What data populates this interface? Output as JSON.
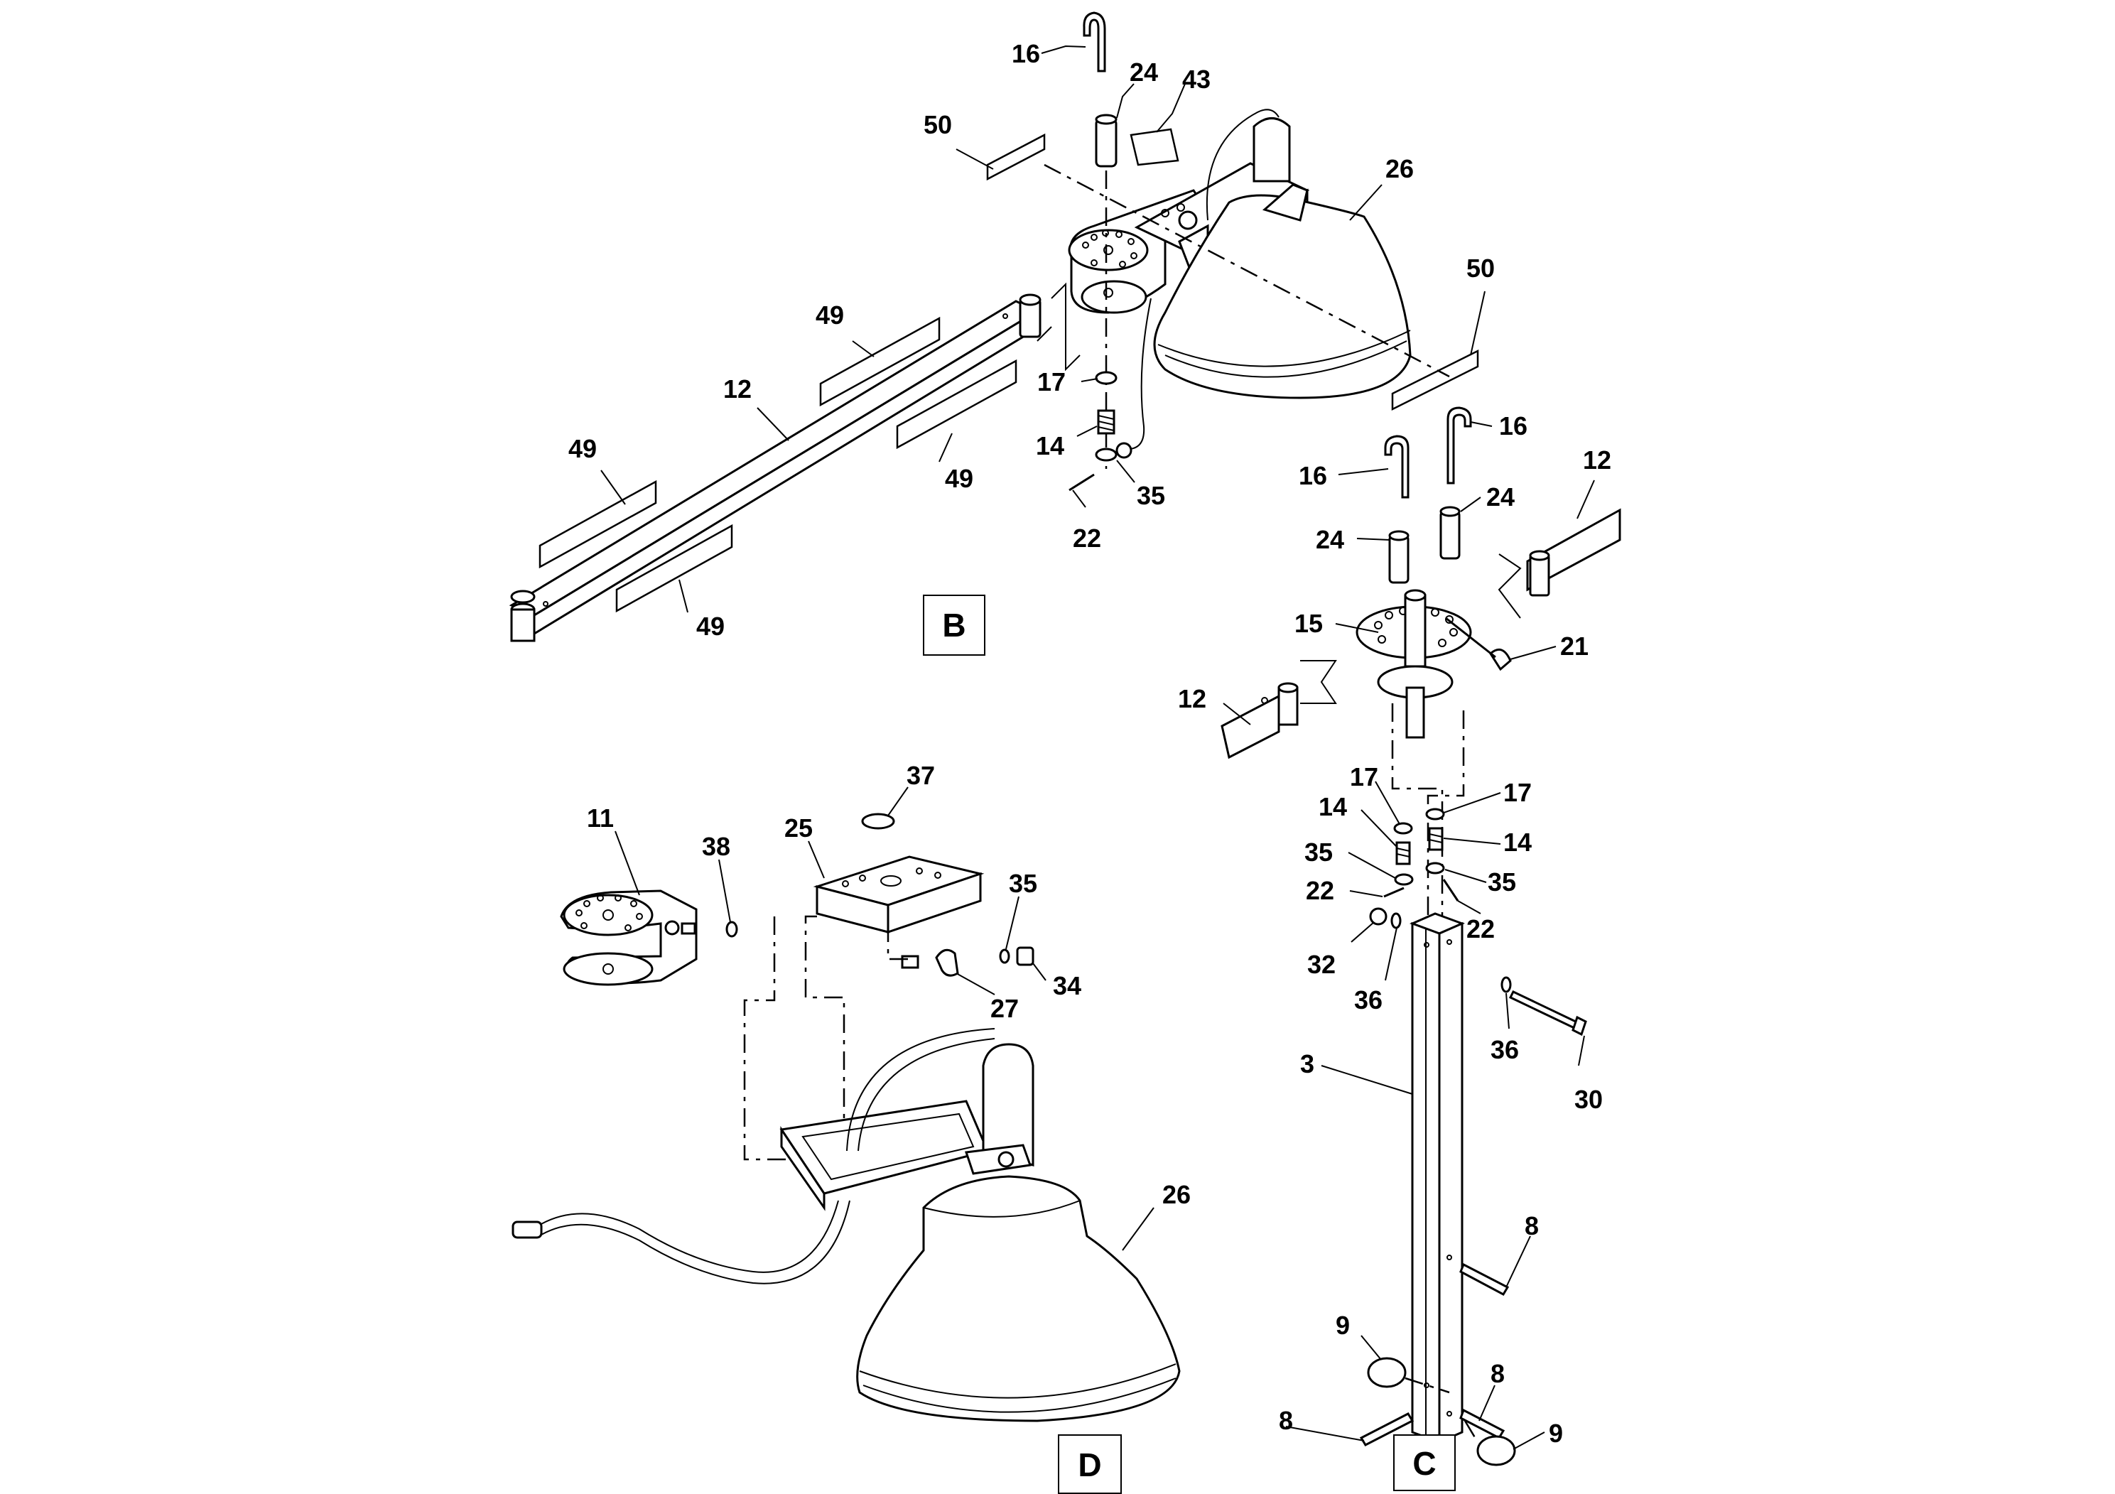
{
  "views": {
    "B": "B",
    "C": "C",
    "D": "D"
  },
  "callouts": {
    "b": {
      "p16": "16",
      "p24": "24",
      "p43": "43",
      "p50a": "50",
      "p26": "26",
      "p50b": "50",
      "p49a": "49",
      "p12": "12",
      "p49b": "49",
      "p49c": "49",
      "p49d": "49",
      "p17": "17",
      "p14": "14",
      "p35": "35",
      "p22": "22"
    },
    "c": {
      "p16a": "16",
      "p16b": "16",
      "p12a": "12",
      "p24a": "24",
      "p24b": "24",
      "p15": "15",
      "p21": "21",
      "p12b": "12",
      "p17a": "17",
      "p17b": "17",
      "p14a": "14",
      "p14b": "14",
      "p35a": "35",
      "p35b": "35",
      "p22a": "22",
      "p22b": "22",
      "p32": "32",
      "p36a": "36",
      "p36b": "36",
      "p30": "30",
      "p3": "3",
      "p8a": "8",
      "p9a": "9",
      "p8b": "8",
      "p8c": "8",
      "p9b": "9"
    },
    "d": {
      "p11": "11",
      "p38": "38",
      "p25": "25",
      "p37": "37",
      "p35": "35",
      "p34": "34",
      "p27": "27",
      "p26": "26"
    }
  }
}
